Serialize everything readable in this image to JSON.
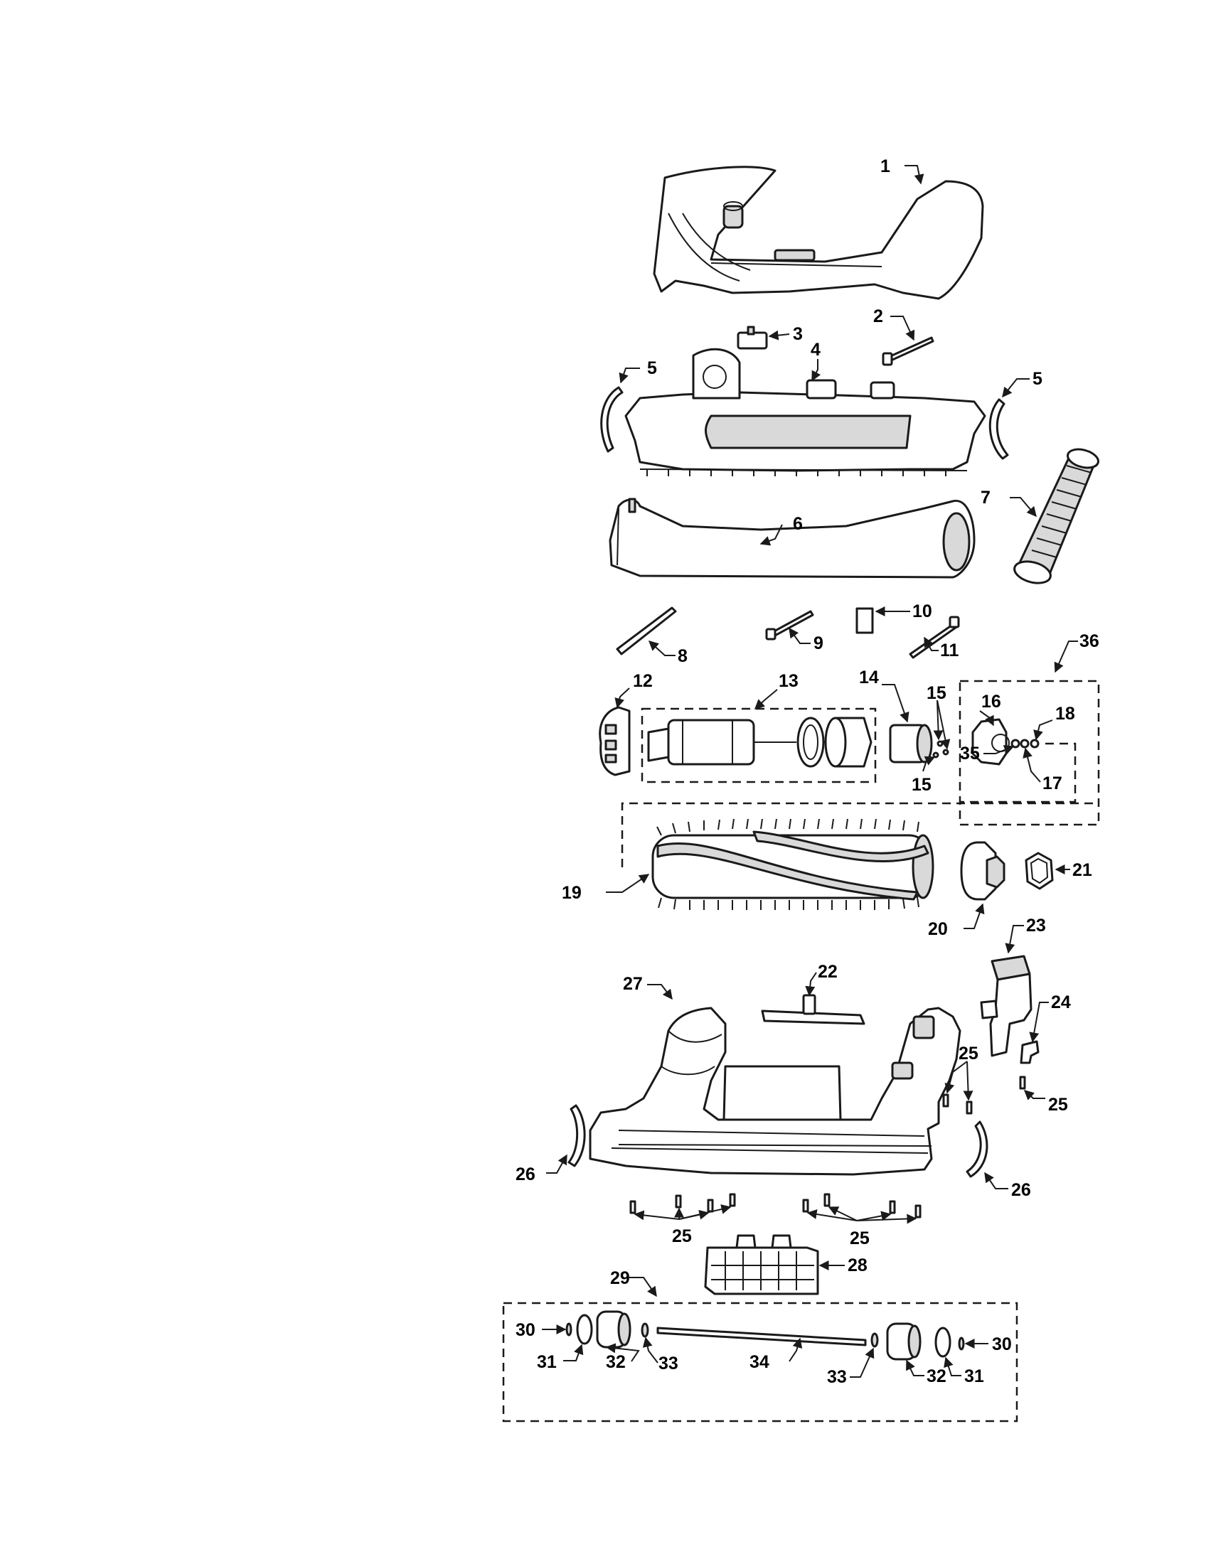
{
  "diagram": {
    "callouts": [
      "1",
      "2",
      "3",
      "4",
      "5",
      "5",
      "6",
      "7",
      "8",
      "9",
      "10",
      "11",
      "12",
      "13",
      "14",
      "15",
      "15",
      "16",
      "18",
      "35",
      "17",
      "36",
      "19",
      "20",
      "21",
      "22",
      "23",
      "24",
      "25",
      "25",
      "25",
      "25",
      "26",
      "26",
      "27",
      "28",
      "29",
      "30",
      "31",
      "32",
      "33",
      "34",
      "33",
      "32",
      "31",
      "30"
    ]
  }
}
